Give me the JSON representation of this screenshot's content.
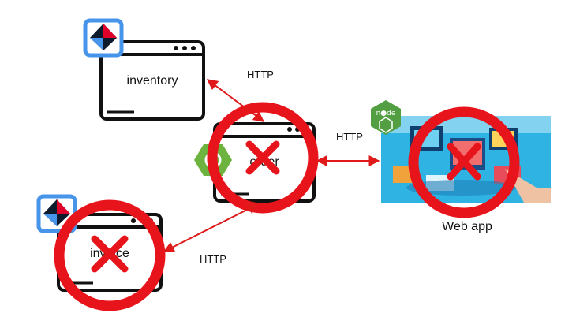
{
  "services": {
    "inventory": {
      "label": "inventory"
    },
    "order": {
      "label": "order"
    },
    "invoice": {
      "label": "invoice"
    },
    "webapp": {
      "label": "Web app"
    }
  },
  "connections": {
    "inventory_order": {
      "label": "HTTP"
    },
    "order_webapp": {
      "label": "HTTP"
    },
    "order_invoice": {
      "label": "HTTP"
    }
  },
  "badges": {
    "nodejs_icon": "nodejs-icon",
    "spring_icon": "spring-boot-icon",
    "quarkus_icon": "quarkus-icon"
  },
  "colors": {
    "arrow": "#e01a1a",
    "failure_mark": "#e8141b",
    "window_stroke": "#111111",
    "spring_green": "#6db33f",
    "quarkus_blue": "#4695eb",
    "node_green": "#539e43"
  }
}
